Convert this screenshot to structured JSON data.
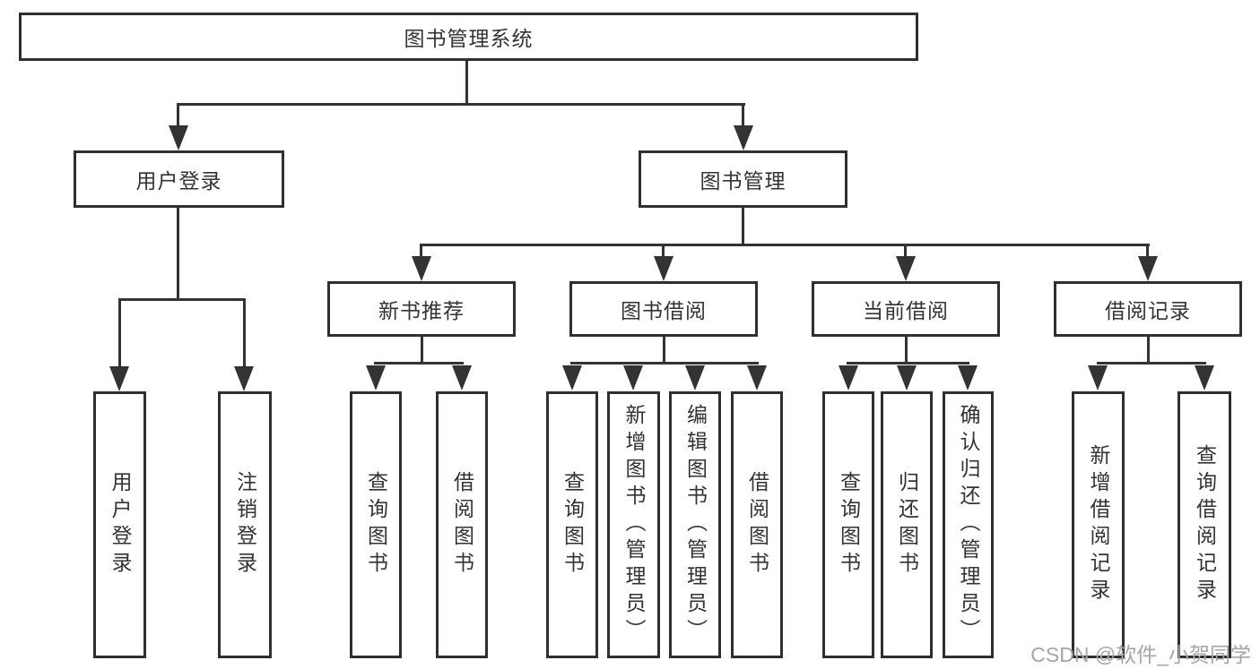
{
  "diagram": {
    "root": {
      "label": "图书管理系统"
    },
    "level2": [
      {
        "label": "用户登录"
      },
      {
        "label": "图书管理"
      }
    ],
    "level3": [
      {
        "label": "新书推荐"
      },
      {
        "label": "图书借阅"
      },
      {
        "label": "当前借阅"
      },
      {
        "label": "借阅记录"
      }
    ],
    "leaves": {
      "user_login_group": [
        {
          "label": "用户登录"
        },
        {
          "label": "注销登录"
        }
      ],
      "new_book_group": [
        {
          "label": "查询图书"
        },
        {
          "label": "借阅图书"
        }
      ],
      "book_borrow_group": [
        {
          "label": "查询图书"
        },
        {
          "label": "新增图书（管理员）"
        },
        {
          "label": "编辑图书（管理员）"
        },
        {
          "label": "借阅图书"
        }
      ],
      "current_borrow_group": [
        {
          "label": "查询图书"
        },
        {
          "label": "归还图书"
        },
        {
          "label": "确认归还（管理员）"
        }
      ],
      "borrow_record_group": [
        {
          "label": "新增借阅记录"
        },
        {
          "label": "查询借阅记录"
        }
      ]
    }
  },
  "watermark": {
    "text": "CSDN @软件_小贺同学"
  },
  "colors": {
    "line": "#333333",
    "border": "#2f2f2f",
    "text": "#333333",
    "background": "#ffffff",
    "watermark": "#a6a6a6"
  }
}
